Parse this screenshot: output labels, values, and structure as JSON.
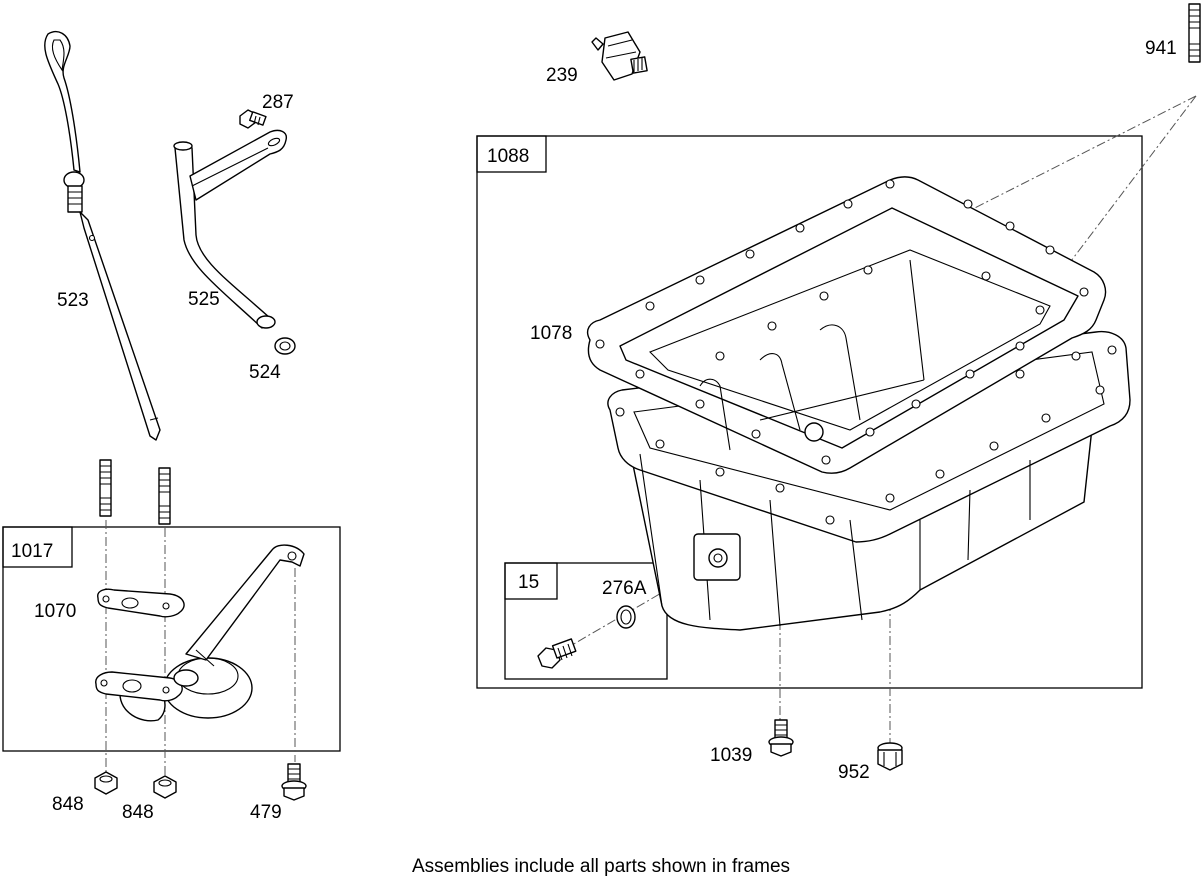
{
  "caption": "Assemblies include all parts shown in frames",
  "frames": {
    "f1017": "1017",
    "f1088": "1088",
    "f15": "15"
  },
  "labels": {
    "l239": "239",
    "l941": "941",
    "l287": "287",
    "l523": "523",
    "l525": "525",
    "l524": "524",
    "l1078": "1078",
    "l276a": "276A",
    "l1070": "1070",
    "l848a": "848",
    "l848b": "848",
    "l479": "479",
    "l1039": "1039",
    "l952": "952"
  }
}
